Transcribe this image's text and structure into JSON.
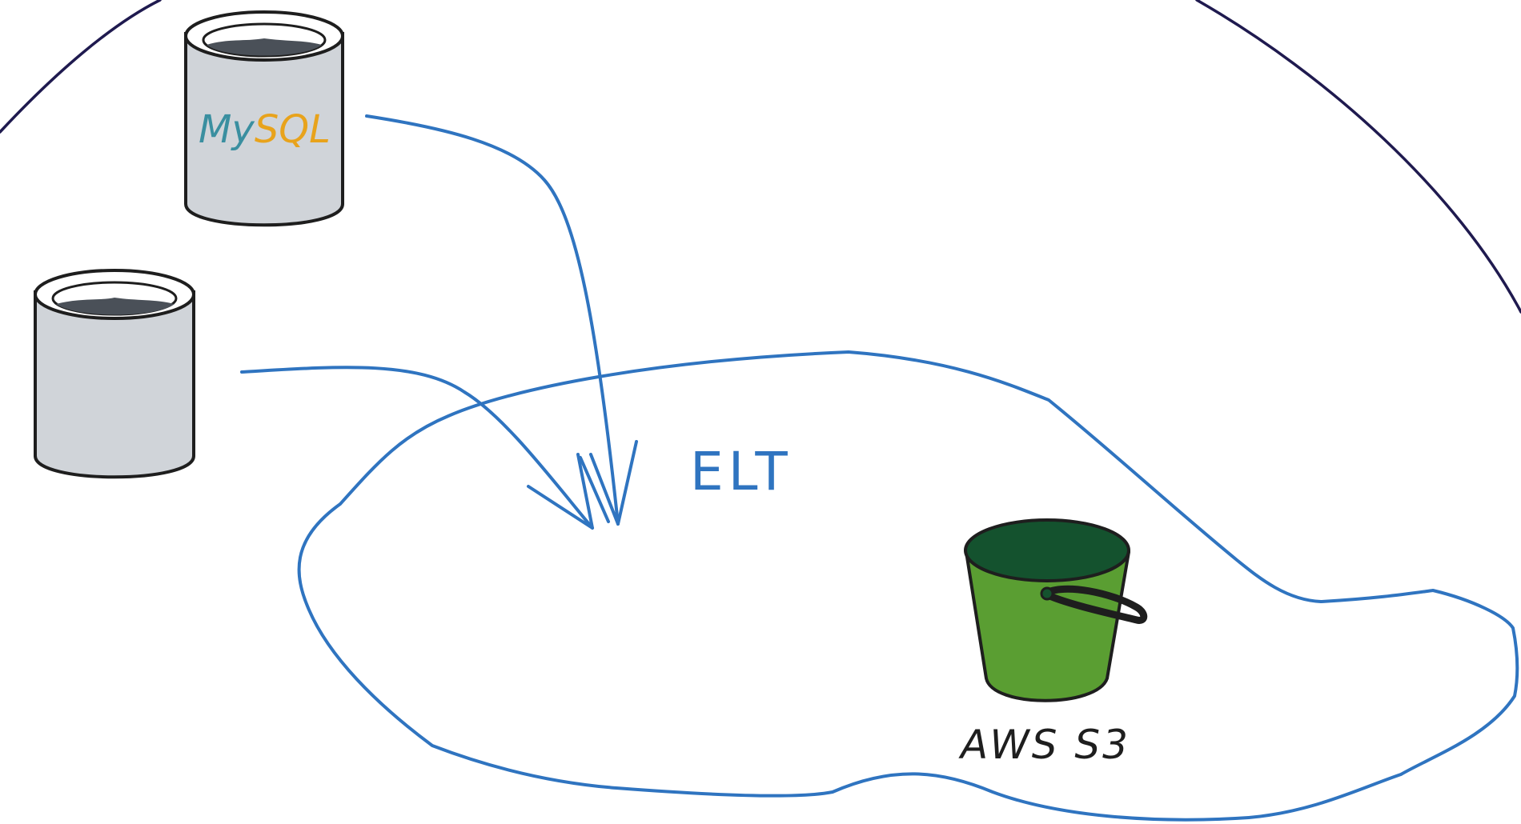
{
  "diagram": {
    "colors": {
      "frame": "#1f1a4f",
      "flow": "#2f74c0",
      "db_body": "#d0d4d9",
      "db_liquid": "#4a5058",
      "outline": "#1e1e1e",
      "mysql_my": "#3a8fa0",
      "mysql_sql": "#e8a31c",
      "bucket_body": "#5a9e32",
      "bucket_top": "#14522e"
    },
    "nodes": {
      "mysql_db": {
        "label_prefix": "My",
        "label_suffix": "SQL",
        "icon": "database-cylinder-icon"
      },
      "generic_db": {
        "icon": "database-cylinder-icon"
      },
      "s3_bucket": {
        "label": "AWS S3",
        "icon": "bucket-icon"
      }
    },
    "process": {
      "label": "ELT"
    }
  }
}
